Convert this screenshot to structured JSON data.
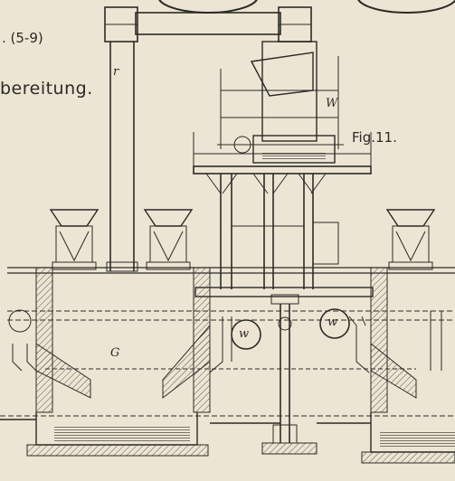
{
  "header": {
    "reference": ". (5-9)",
    "caption": "bereitung."
  },
  "figure": {
    "label": "Fig.11."
  },
  "letters": {
    "r": "r",
    "W": "W",
    "G": "G",
    "w_left": "w",
    "w_right": "w"
  },
  "colors": {
    "paper": "#ece5d3",
    "ink": "#2b2a27",
    "hatch": "#5a5750"
  }
}
